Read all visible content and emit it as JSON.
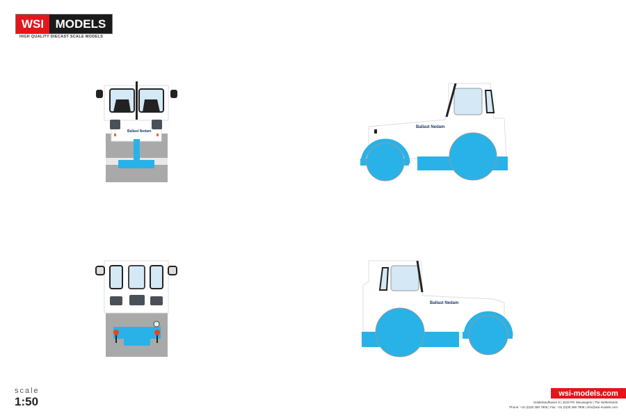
{
  "header": {
    "logo_part1": "WSI",
    "logo_part2": "MODELS",
    "tagline": "HIGH QUALITY DIECAST SCALE MODELS"
  },
  "vehicle": {
    "brand_text": "Ballast Nedam"
  },
  "views": [
    "front",
    "side-right",
    "rear",
    "side-left"
  ],
  "colors": {
    "body": "#ffffff",
    "accent_blue": "#29b2e8",
    "ground_gray": "#a9a9a9",
    "logo_red": "#e3161b"
  },
  "scale": {
    "label": "scale",
    "value": "1:50"
  },
  "footer": {
    "website": "wsi-models.com",
    "address": "Gelderlandhaven 5  |  3433 PG  Nieuwegein  |  The Netherlands",
    "contact": "Phone: +31 (0)30 288 7905  |  Fax: +31 (0)30 288 7906  |  info@wsi-models.com"
  }
}
